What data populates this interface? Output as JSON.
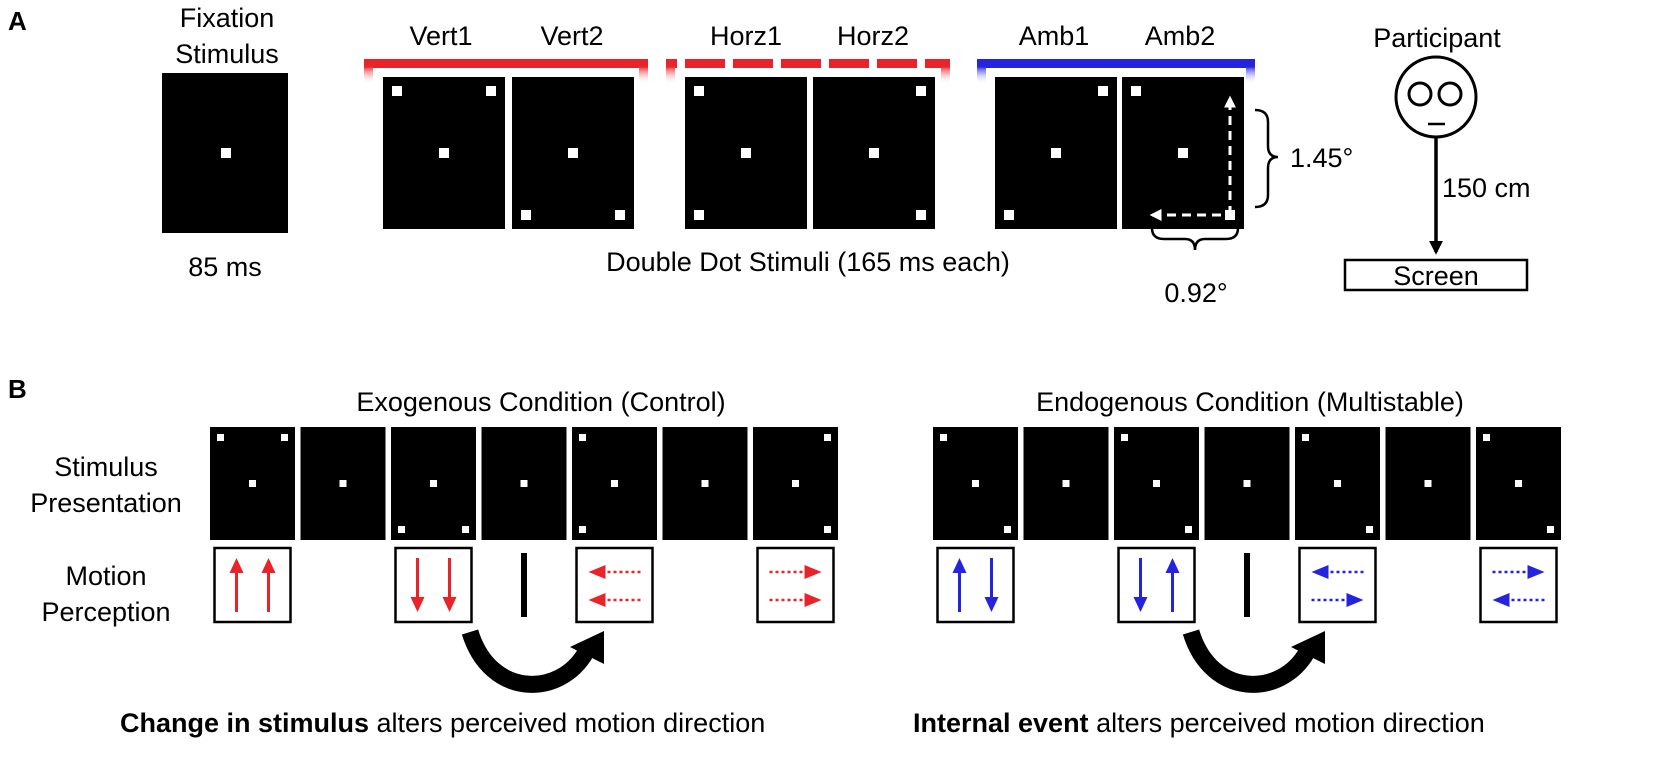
{
  "panel_a": {
    "letter": "A",
    "fixation": {
      "title_line1": "Fixation",
      "title_line2": "Stimulus",
      "duration": "85 ms"
    },
    "stimuli": [
      {
        "label": "Vert1",
        "dots": [
          "tl",
          "tr",
          "c"
        ]
      },
      {
        "label": "Vert2",
        "dots": [
          "bl",
          "br",
          "c"
        ]
      },
      {
        "label": "Horz1",
        "dots": [
          "tl",
          "bl",
          "c"
        ]
      },
      {
        "label": "Horz2",
        "dots": [
          "tr",
          "br",
          "c"
        ]
      },
      {
        "label": "Amb1",
        "dots": [
          "tr",
          "bl",
          "c"
        ]
      },
      {
        "label": "Amb2",
        "dots": [
          "tl",
          "br",
          "c"
        ]
      }
    ],
    "caption": "Double Dot Stimuli (165 ms each)",
    "height_angle": "1.45°",
    "width_angle": "0.92°",
    "participant_label": "Participant",
    "distance_label": "150 cm",
    "screen_label": "Screen",
    "colors": {
      "vertical": "#e8232a",
      "horizontal": "#e8232a",
      "ambiguous": "#2424e0"
    }
  },
  "panel_b": {
    "letter": "B",
    "row_labels": {
      "stimulus_line1": "Stimulus",
      "stimulus_line2": "Presentation",
      "motion_line1": "Motion",
      "motion_line2": "Perception"
    },
    "exogenous": {
      "title": "Exogenous Condition (Control)",
      "caption_bold": "Change in stimulus",
      "caption_rest": " alters perceived motion direction",
      "color": "#e8232a",
      "frames": [
        [
          "tl",
          "tr",
          "c"
        ],
        [
          "c"
        ],
        [
          "bl",
          "br",
          "c"
        ],
        [
          "c"
        ],
        [
          "tl",
          "bl",
          "c"
        ],
        [
          "c"
        ],
        [
          "tr",
          "br",
          "c"
        ]
      ],
      "percepts": [
        "up-up",
        "",
        "down-down",
        "bar",
        "left-left",
        "",
        "right-right"
      ]
    },
    "endogenous": {
      "title": "Endogenous Condition (Multistable)",
      "caption_bold": "Internal event",
      "caption_rest": " alters perceived motion direction",
      "color": "#2424e0",
      "frames": [
        [
          "tl",
          "br",
          "c"
        ],
        [
          "c"
        ],
        [
          "tl",
          "br",
          "c"
        ],
        [
          "c"
        ],
        [
          "tl",
          "br",
          "c"
        ],
        [
          "c"
        ],
        [
          "tl",
          "br",
          "c"
        ]
      ],
      "percepts": [
        "up-down",
        "",
        "down-up",
        "bar",
        "left-right",
        "",
        "right-left"
      ]
    }
  }
}
